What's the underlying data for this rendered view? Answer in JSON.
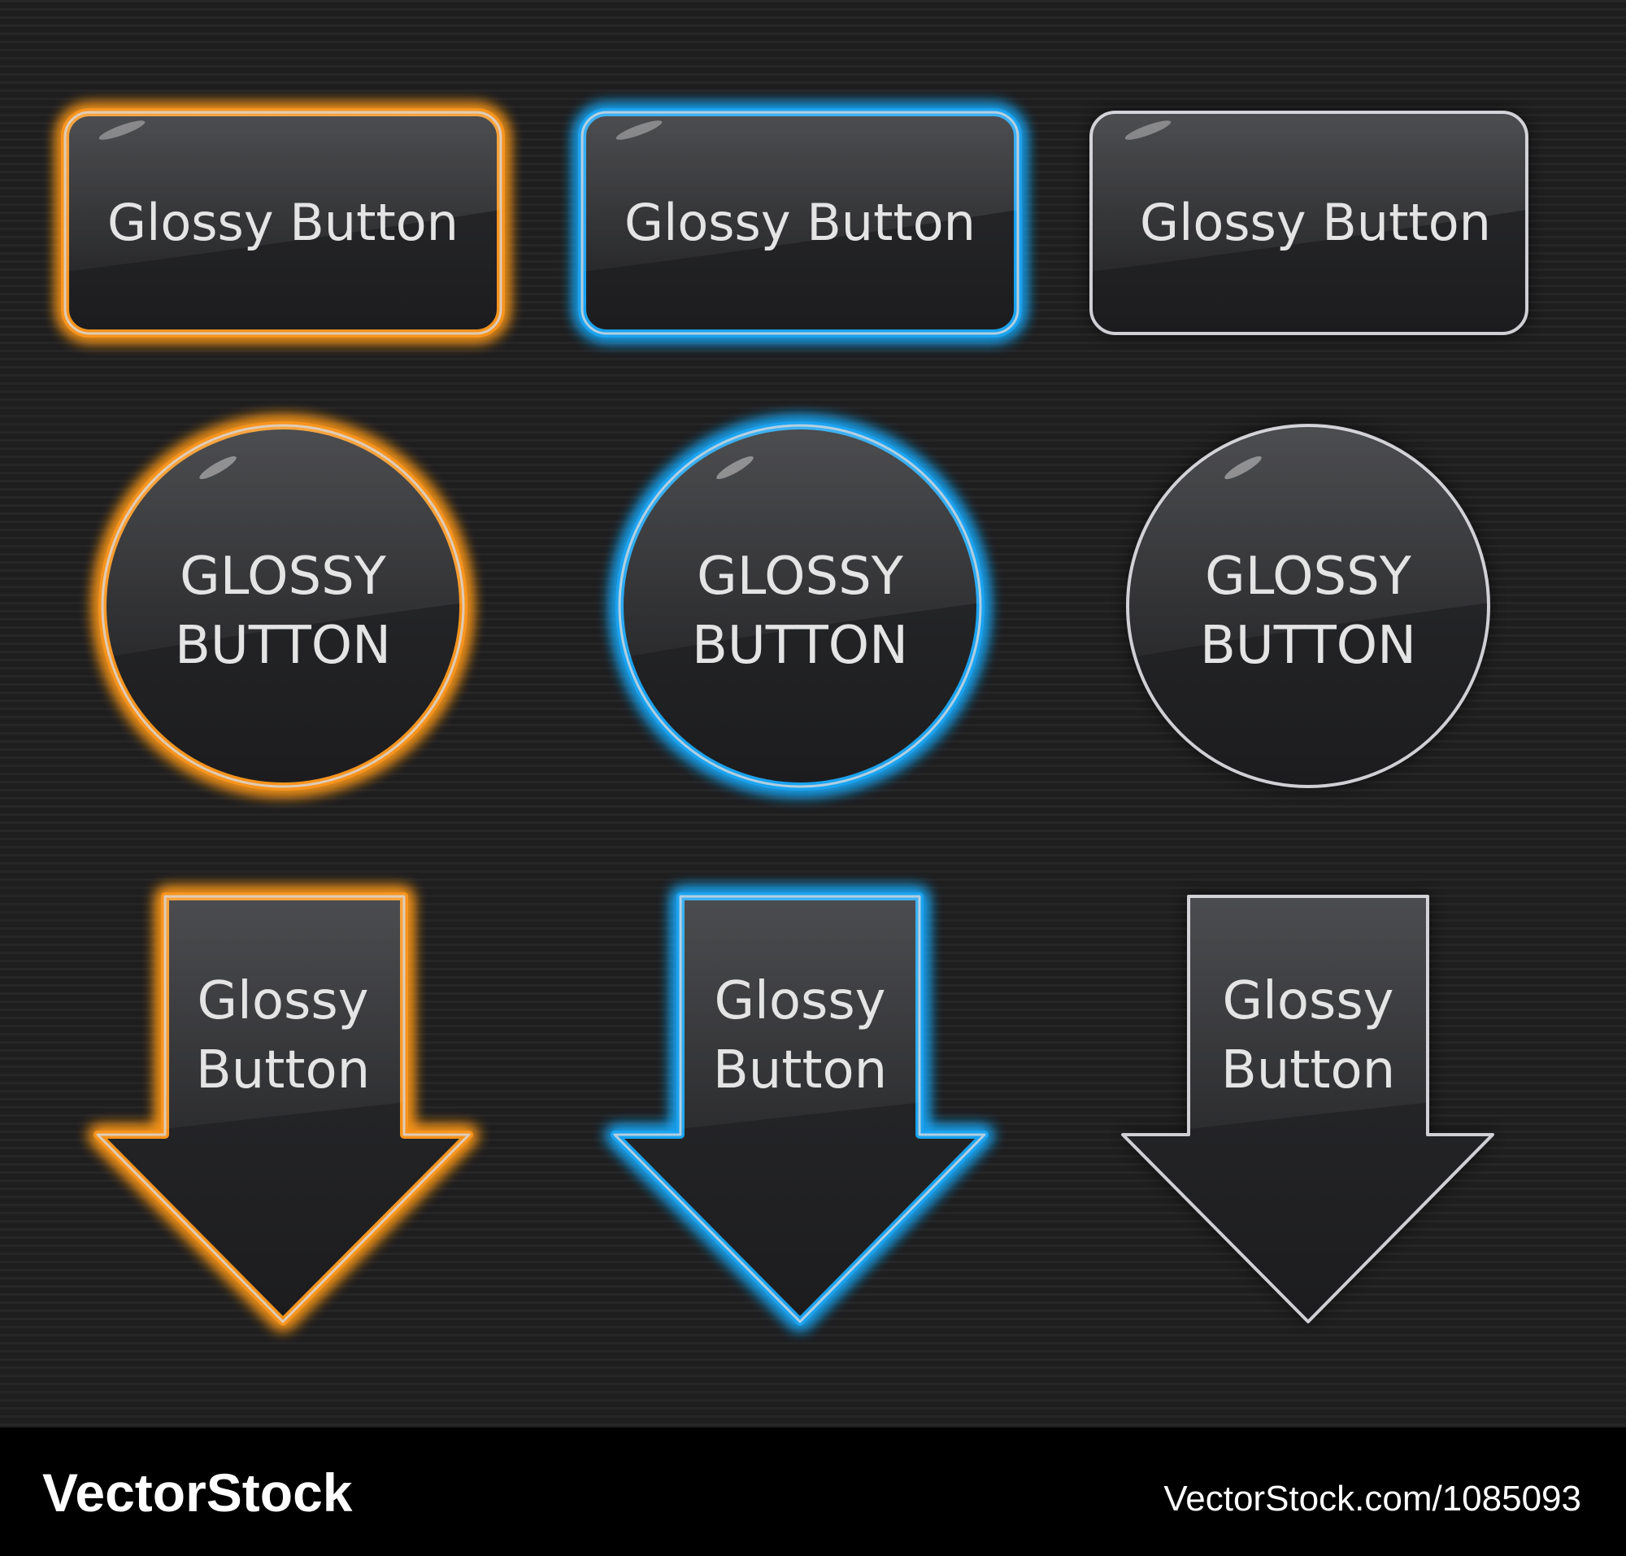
{
  "colors": {
    "background": "#1e1e1f",
    "stripe": "#2a2a2b",
    "button_fill": "#232325",
    "footer": "#000000",
    "orange": "#f7941d",
    "blue": "#1aa3f0",
    "silver": "#cfcfd4",
    "text": "#e4e4e4"
  },
  "icons": {
    "rect": "rounded-rectangle-button",
    "circle": "circle-button",
    "arrow": "down-arrow-button"
  },
  "rows": {
    "rect": {
      "label": "Glossy Button"
    },
    "circle": {
      "line1": "GLOSSY",
      "line2": "BUTTON"
    },
    "arrow": {
      "line1": "Glossy",
      "line2": "Button"
    }
  },
  "glow_styles": [
    "orange",
    "blue",
    "silver"
  ],
  "footer": {
    "logo": "VectorStock",
    "url": "VectorStock.com/1085093"
  }
}
